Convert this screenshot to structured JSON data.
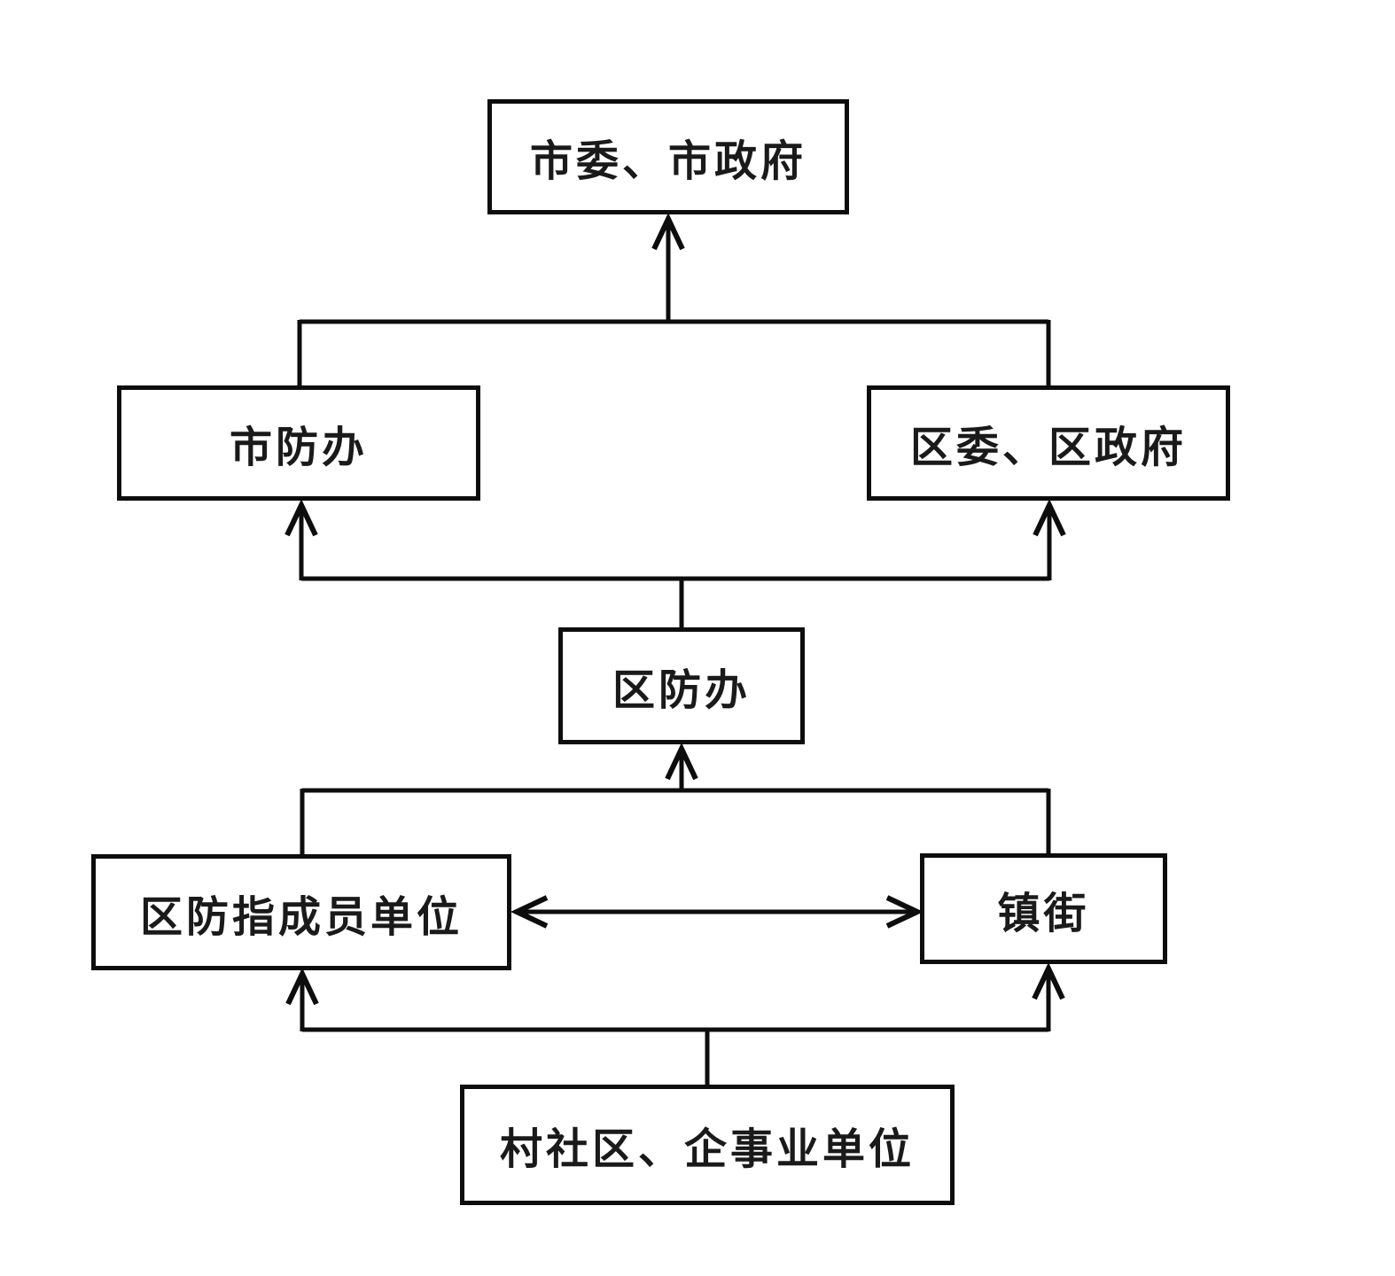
{
  "diagram": {
    "type": "org-flowchart",
    "nodes": {
      "top": {
        "label": "市委、市政府"
      },
      "city_flood_office": {
        "label": "市防办"
      },
      "district_gov": {
        "label": "区委、区政府"
      },
      "district_flood_office": {
        "label": "区防办"
      },
      "member_units": {
        "label": "区防指成员单位"
      },
      "town_street": {
        "label": "镇街"
      },
      "village_units": {
        "label": "村社区、企事业单位"
      }
    },
    "edges": [
      {
        "from": "市防办 / 区委、区政府 连接线",
        "to": "市委、市政府",
        "arrow": "up"
      },
      {
        "from": "区防办",
        "to": "市防办",
        "arrow": "up"
      },
      {
        "from": "区防办",
        "to": "区委、区政府",
        "arrow": "up"
      },
      {
        "from": "区防指成员单位 / 镇街 连接线",
        "to": "区防办",
        "arrow": "up"
      },
      {
        "from": "区防指成员单位",
        "to": "镇街",
        "arrow": "double"
      },
      {
        "from": "村社区、企事业单位",
        "to": "区防指成员单位",
        "arrow": "up"
      },
      {
        "from": "村社区、企事业单位",
        "to": "镇街",
        "arrow": "up"
      }
    ],
    "colors": {
      "line": "#0d0d0d",
      "box_border": "#0d0d0d",
      "text": "#1a1a1a",
      "background": "#ffffff"
    }
  }
}
